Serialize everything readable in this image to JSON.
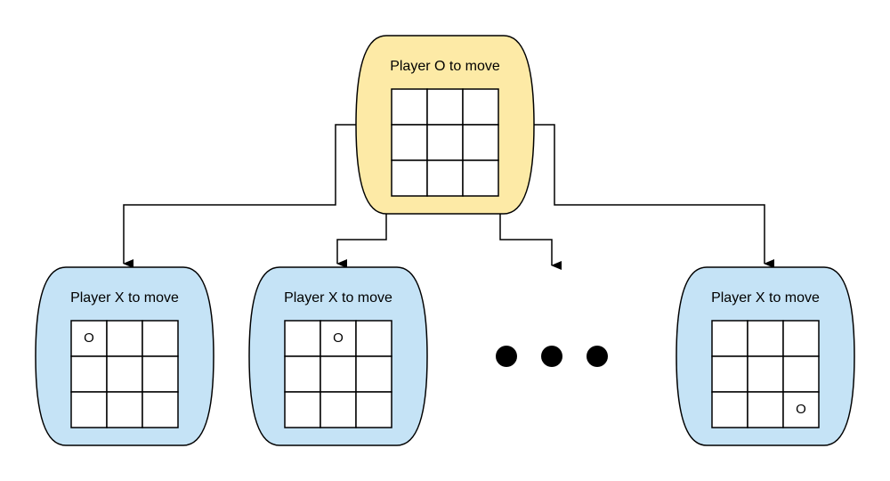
{
  "colors": {
    "root_fill": "#fdeaa6",
    "child_fill": "#c5e3f6",
    "stroke": "#000000",
    "cell_fill": "#ffffff"
  },
  "root": {
    "title": "Player O to move",
    "board": [
      "",
      "",
      "",
      "",
      "",
      "",
      "",
      "",
      ""
    ]
  },
  "children": [
    {
      "title": "Player X to move",
      "board": [
        "O",
        "",
        "",
        "",
        "",
        "",
        "",
        "",
        ""
      ]
    },
    {
      "title": "Player X to move",
      "board": [
        "",
        "O",
        "",
        "",
        "",
        "",
        "",
        "",
        ""
      ]
    },
    {
      "title": "Player X to move",
      "board": [
        "",
        "",
        "",
        "",
        "",
        "",
        "",
        "",
        "O"
      ]
    }
  ],
  "ellipsis": {
    "dots": 3
  }
}
